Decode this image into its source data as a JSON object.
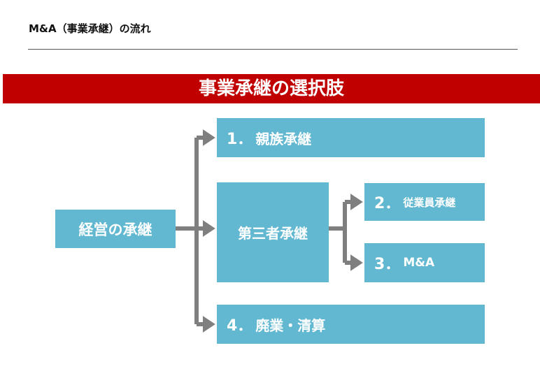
{
  "slide": {
    "title": "M&A（事業承継）の流れ"
  },
  "banner": {
    "text": "事業承継の選択肢"
  },
  "diagram": {
    "root": {
      "label": "経営の承継"
    },
    "third_party": {
      "label": "第三者承継"
    },
    "options": [
      {
        "number": "1．",
        "label": "親族承継"
      },
      {
        "number": "2．",
        "label": "従業員承継"
      },
      {
        "number": "3．",
        "label": "M&A"
      },
      {
        "number": "4．",
        "label": "廃業・清算"
      }
    ]
  },
  "colors": {
    "banner": "#c00000",
    "box": "#62b8d1",
    "connector": "#7f7f7f",
    "text_on_box": "#ffffff"
  }
}
